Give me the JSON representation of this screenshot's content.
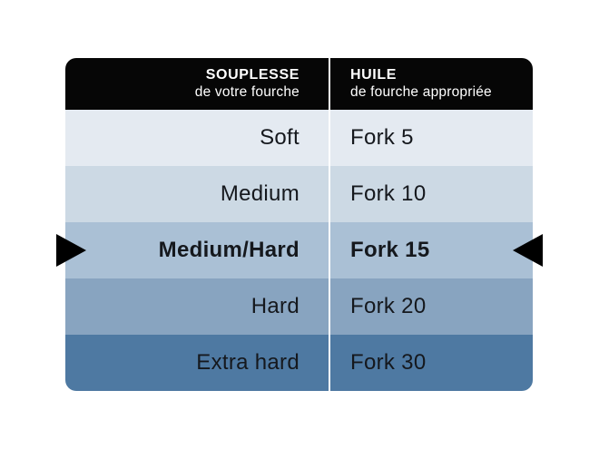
{
  "header": {
    "col1_title": "SOUPLESSE",
    "col1_subtitle": "de votre fourche",
    "col2_title": "HUILE",
    "col2_subtitle": "de fourche appropriée"
  },
  "rows": [
    {
      "souplesse": "Soft",
      "huile": "Fork 5",
      "bg": "#e4eaf1",
      "highlight": false
    },
    {
      "souplesse": "Medium",
      "huile": "Fork 10",
      "bg": "#ccd9e4",
      "highlight": false
    },
    {
      "souplesse": "Medium/Hard",
      "huile": "Fork 15",
      "bg": "#aac0d5",
      "highlight": true
    },
    {
      "souplesse": "Hard",
      "huile": "Fork 20",
      "bg": "#88a4c0",
      "highlight": false
    },
    {
      "souplesse": "Extra hard",
      "huile": "Fork 30",
      "bg": "#4e79a2",
      "highlight": false
    }
  ],
  "colors": {
    "page_bg": "#ffffff",
    "header_bg": "#060606",
    "header_text": "#ffffff",
    "row_text": "#15181d",
    "divider": "#ffffff",
    "arrow": "#000000"
  },
  "icons": {
    "left_arrow": "right-pointing-triangle",
    "right_arrow": "left-pointing-triangle"
  },
  "chart_data": {
    "type": "table",
    "columns": [
      "SOUPLESSE de votre fourche",
      "HUILE de fourche appropriée"
    ],
    "rows": [
      [
        "Soft",
        "Fork 5"
      ],
      [
        "Medium",
        "Fork 10"
      ],
      [
        "Medium/Hard",
        "Fork 15"
      ],
      [
        "Hard",
        "Fork 20"
      ],
      [
        "Extra hard",
        "Fork 30"
      ]
    ],
    "highlighted_row_index": 2,
    "highlight_note": "Medium/Hard – Fork 15 flagged by black arrows on both sides",
    "row_background_gradient": [
      "#e4eaf1",
      "#ccd9e4",
      "#aac0d5",
      "#88a4c0",
      "#4e79a2"
    ]
  }
}
